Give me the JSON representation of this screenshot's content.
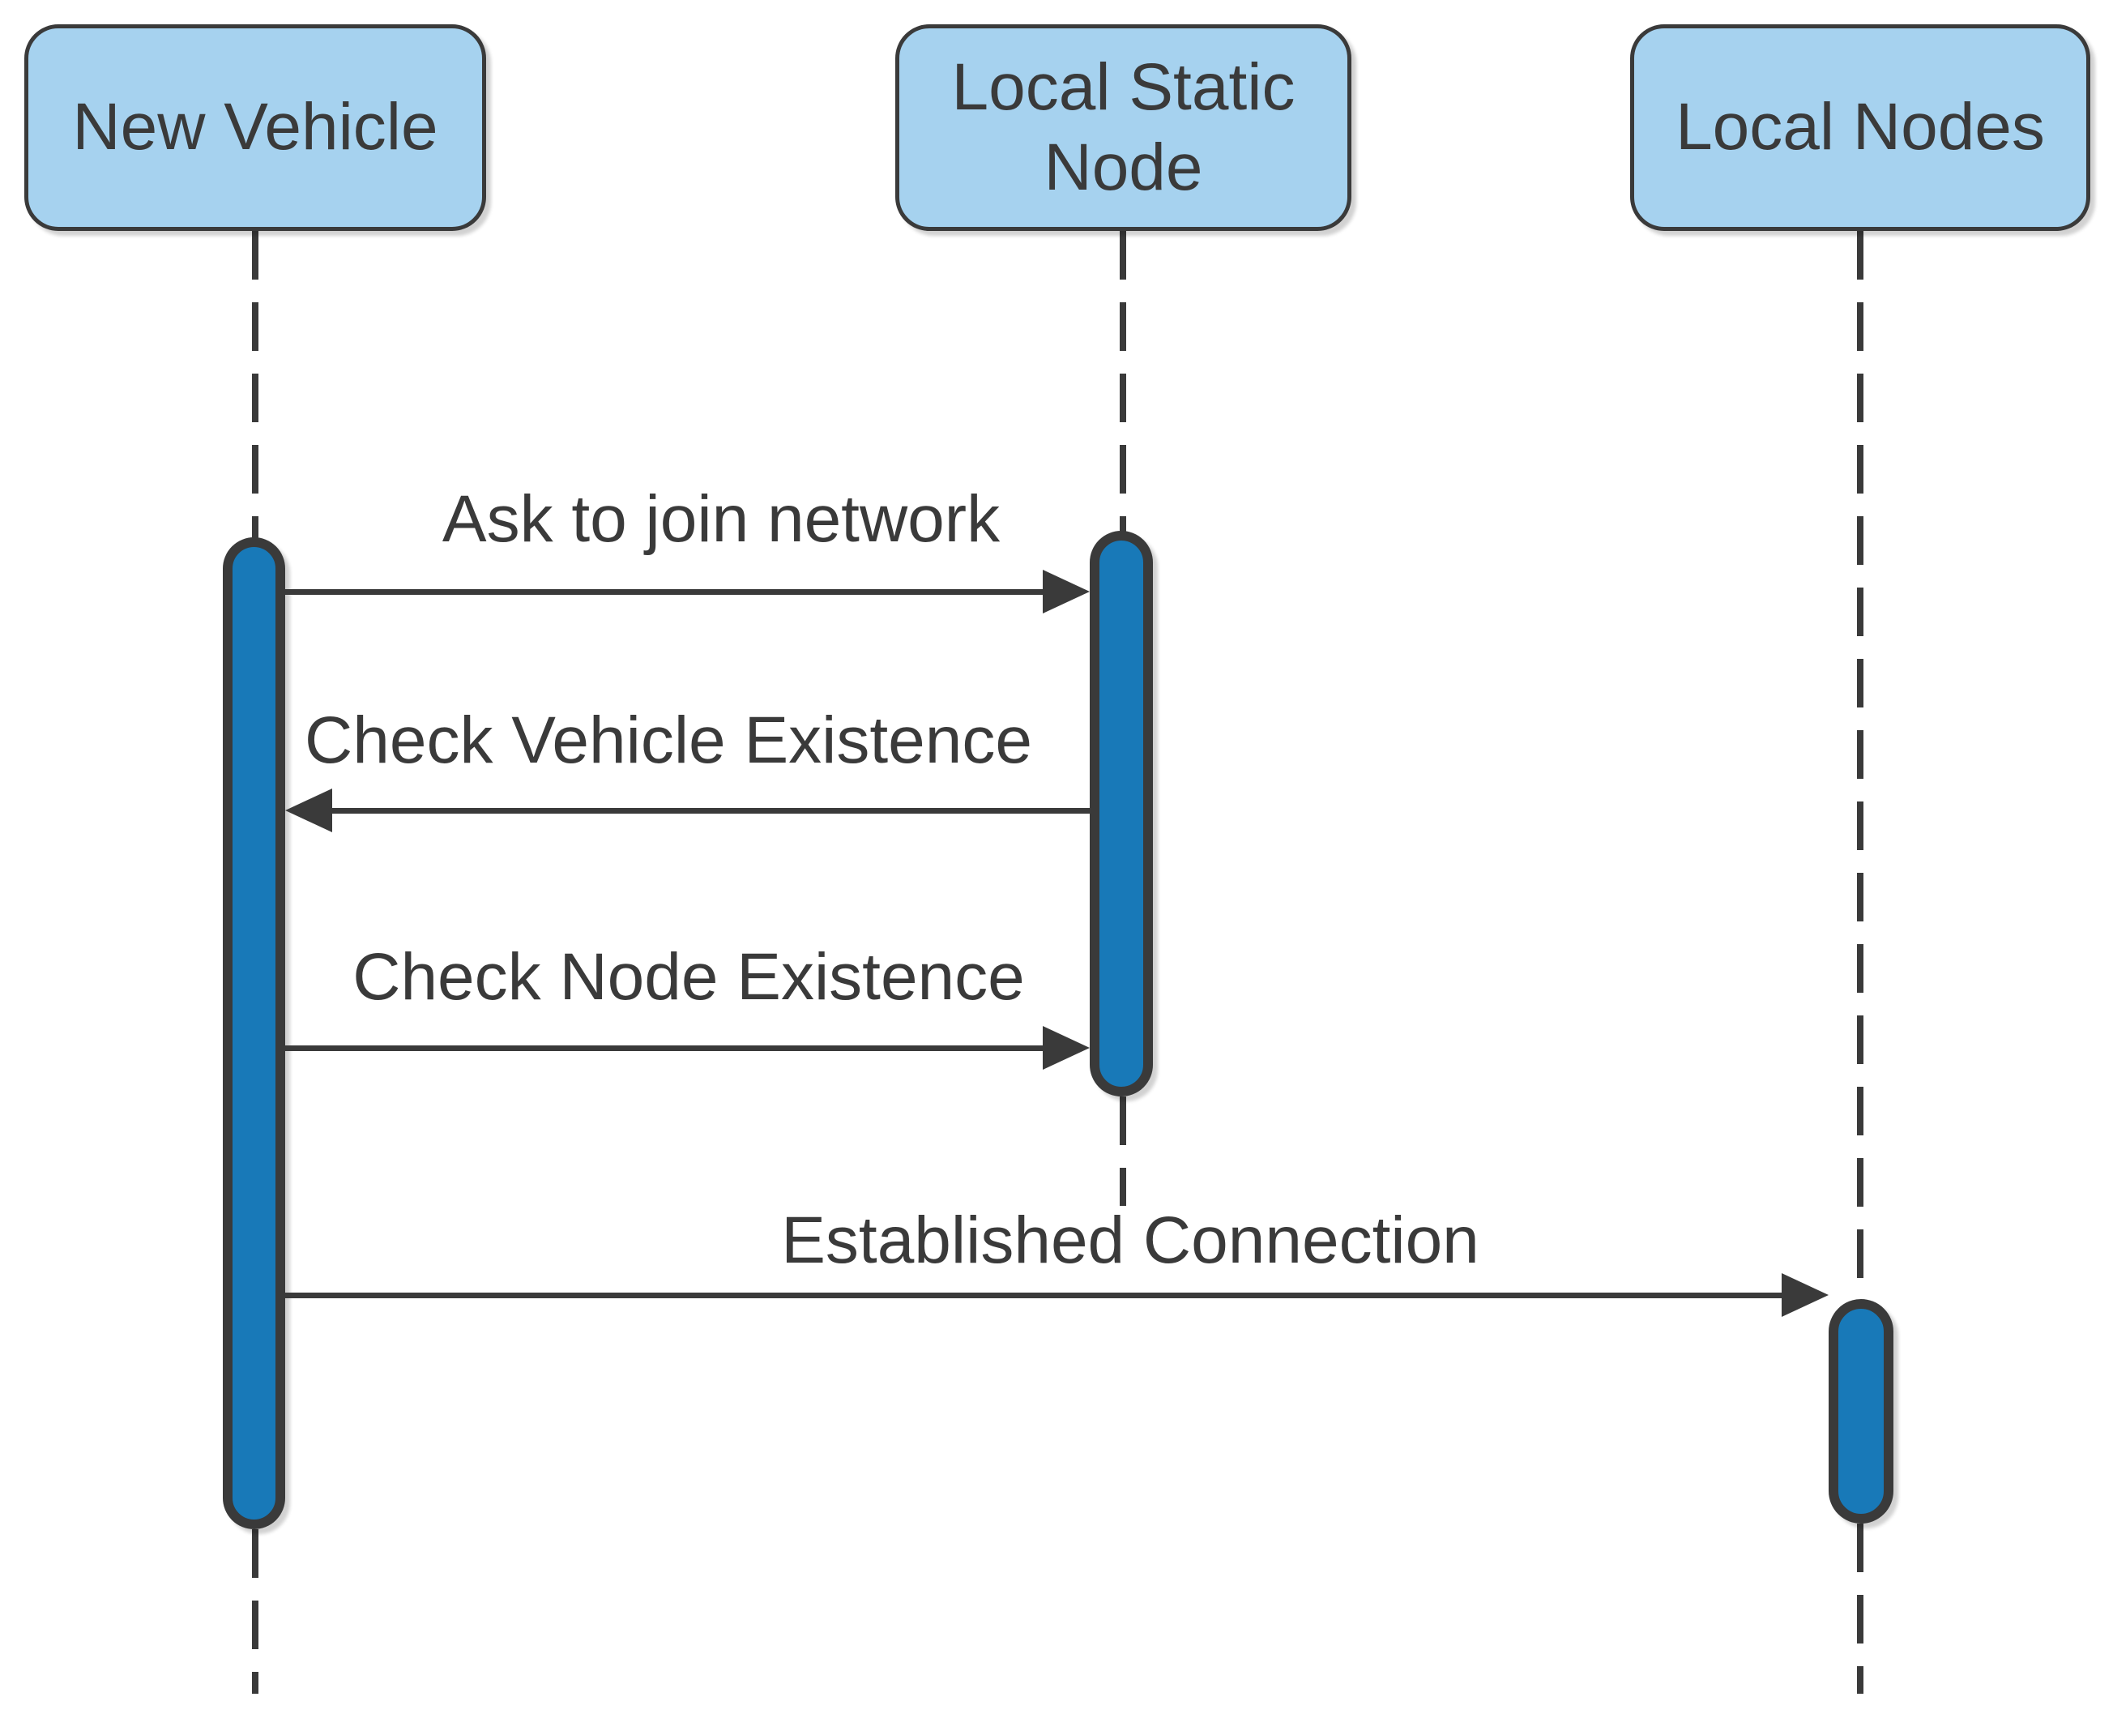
{
  "diagram": {
    "type": "uml-sequence-diagram",
    "colors": {
      "background": "#ffffff",
      "actor_fill": "#a6d2ef",
      "shape_border": "#3a3a3a",
      "activation_fill": "#1879b8",
      "text": "#3a3a3a"
    },
    "actors": [
      {
        "label": "New Vehicle"
      },
      {
        "label": "Local Static Node"
      },
      {
        "label": "Local Nodes"
      }
    ],
    "messages": [
      {
        "label": "Ask to join network",
        "from": "New Vehicle",
        "to": "Local Static Node",
        "direction": "right"
      },
      {
        "label": "Check Vehicle Existence",
        "from": "Local Static Node",
        "to": "New Vehicle",
        "direction": "left"
      },
      {
        "label": "Check Node Existence",
        "from": "New Vehicle",
        "to": "Local Static Node",
        "direction": "right"
      },
      {
        "label": "Established Connection",
        "from": "New Vehicle",
        "to": "Local Nodes",
        "direction": "right"
      }
    ]
  }
}
